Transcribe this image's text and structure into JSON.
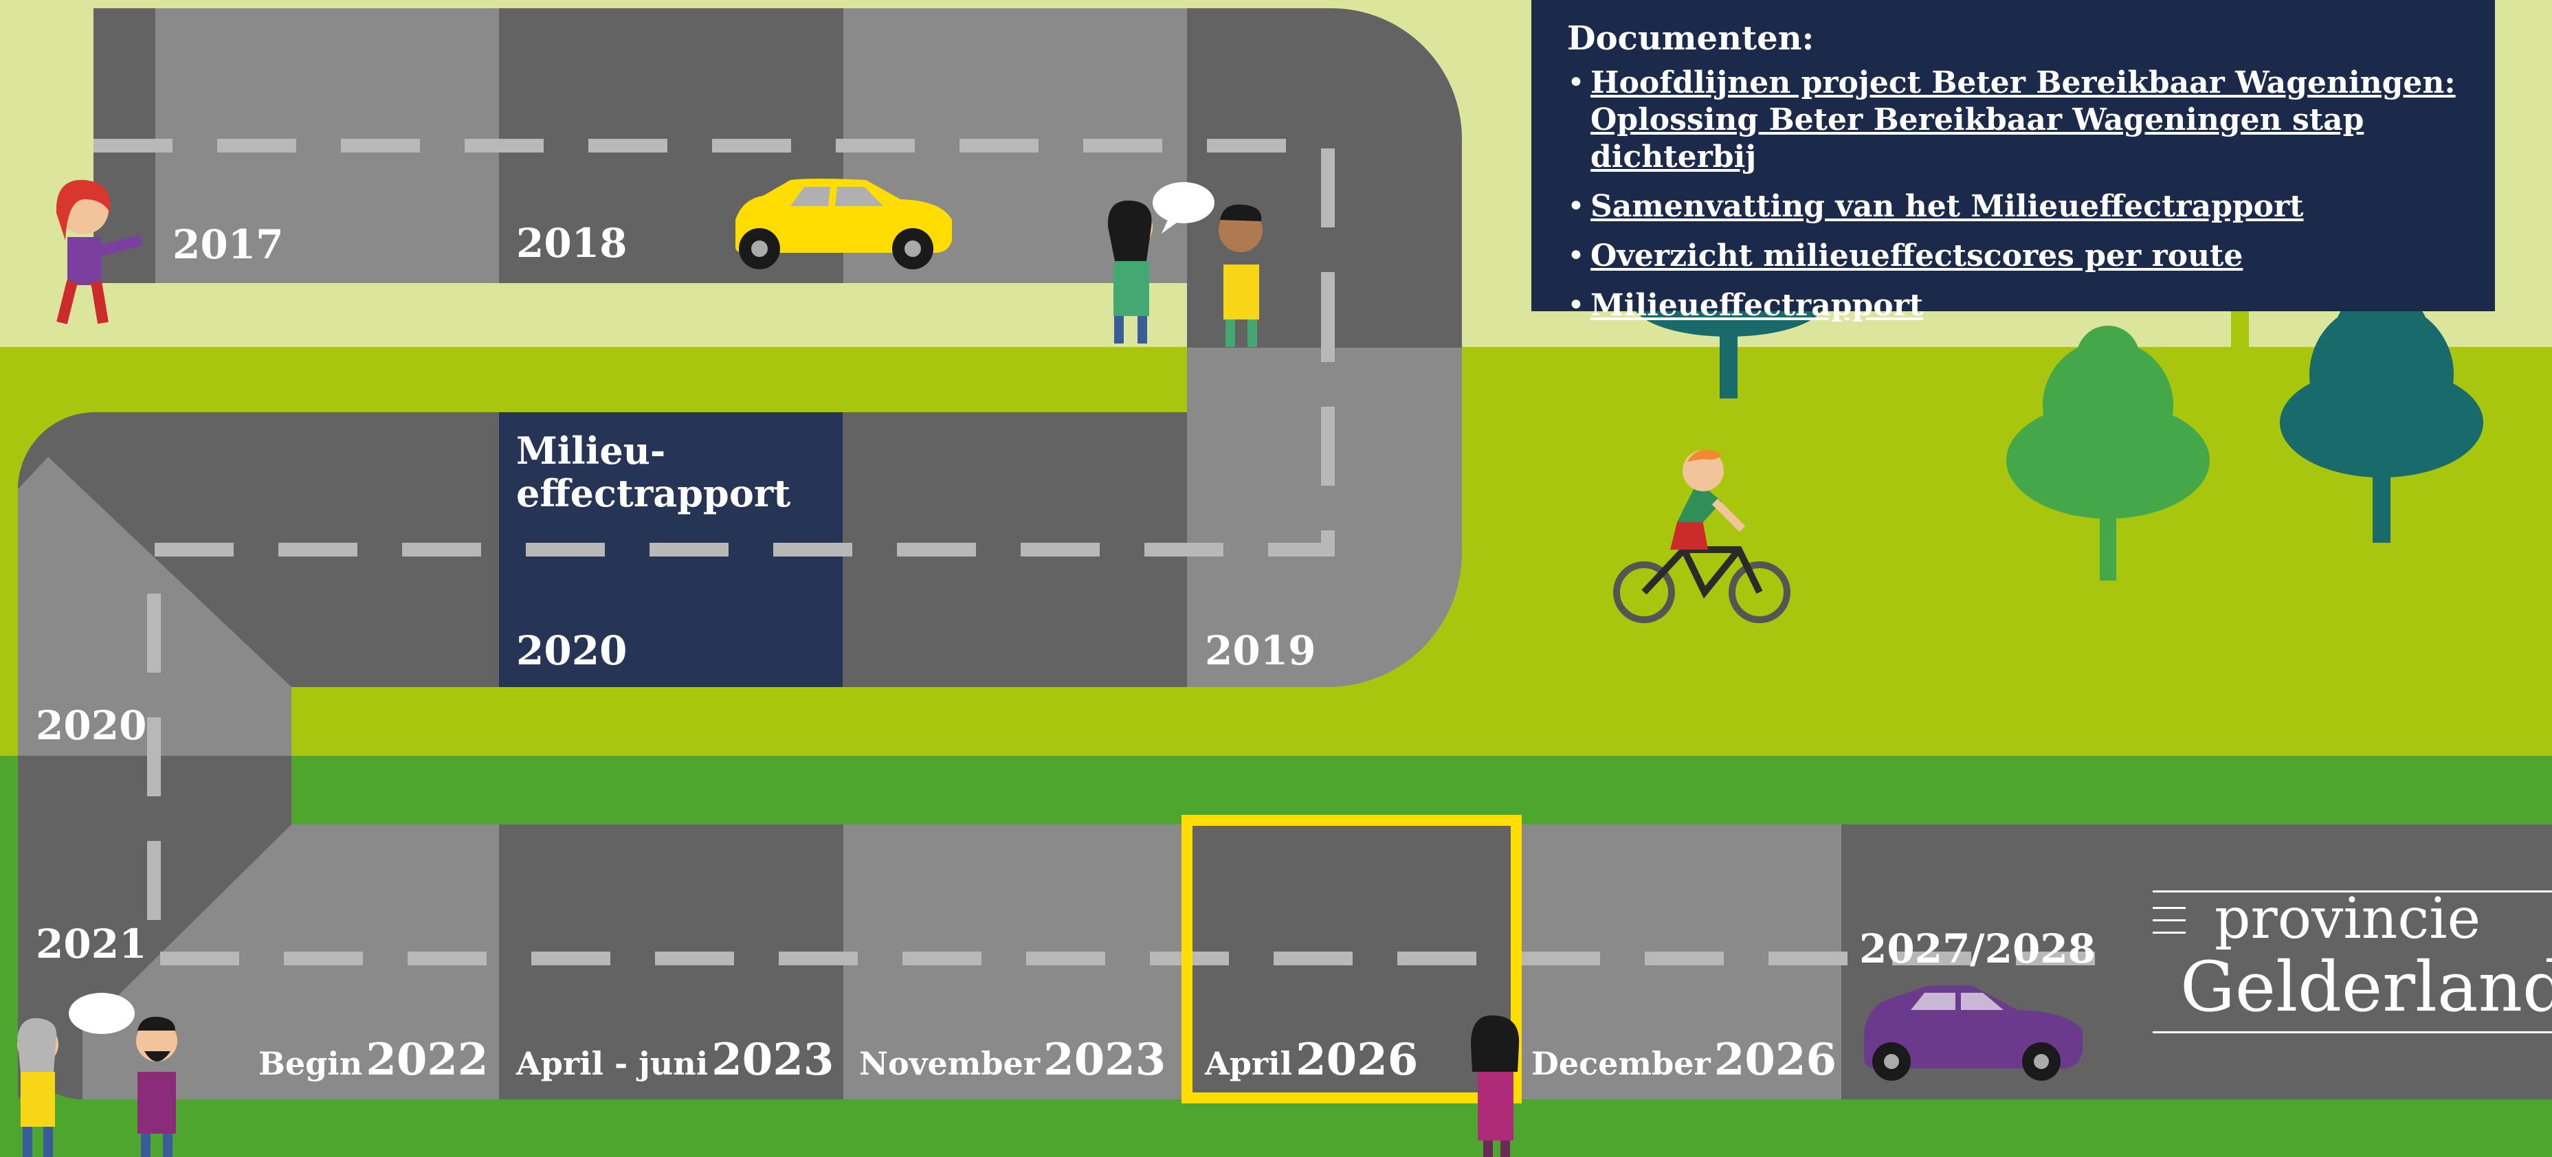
{
  "timeline": {
    "y2017": "2017",
    "y2018": "2018",
    "milieu_line1": "Milieu-",
    "milieu_line2": "effectrapport",
    "y2020_mer": "2020",
    "y2019": "2019",
    "y2020_curve": "2020",
    "y2021": "2021",
    "begin_prefix": "Begin",
    "begin_year": "2022",
    "aprjun_prefix": "April - juni",
    "aprjun_year": "2023",
    "nov_prefix": "November",
    "nov_year": "2023",
    "apr_prefix": "April",
    "apr_year": "2026",
    "dec_prefix": "December",
    "dec_year": "2026",
    "y2027": "2027/2028"
  },
  "documents": {
    "heading": "Documenten:",
    "items": [
      {
        "line1": "Hoofdlijnen project Beter Bereikbaar Wageningen:",
        "line2": "Oplossing Beter Bereikbaar Wageningen stap dichterbij"
      },
      {
        "line1": "Samenvatting van het Milieueffectrapport"
      },
      {
        "line1": "Overzicht milieueffectscores per route"
      },
      {
        "line1": "Milieueffectrapport"
      }
    ]
  },
  "logo": {
    "line1": "provincie",
    "line2": "Gelderland"
  },
  "colors": {
    "sky": "#dbe69c",
    "grass_light": "#a9c60f",
    "grass_dark": "#4ea62f",
    "road_dark": "#636363",
    "road_light": "#8a8a8a",
    "navy": "#1b2a4a",
    "highlight": "#ffdd00",
    "yellow_car": "#ffdd00",
    "purple_car": "#6b3a8c"
  },
  "icons": [
    "yellow-car-icon",
    "purple-car-icon",
    "cyclist-icon",
    "tree-icon",
    "person-icon",
    "speech-bubble-icon"
  ]
}
